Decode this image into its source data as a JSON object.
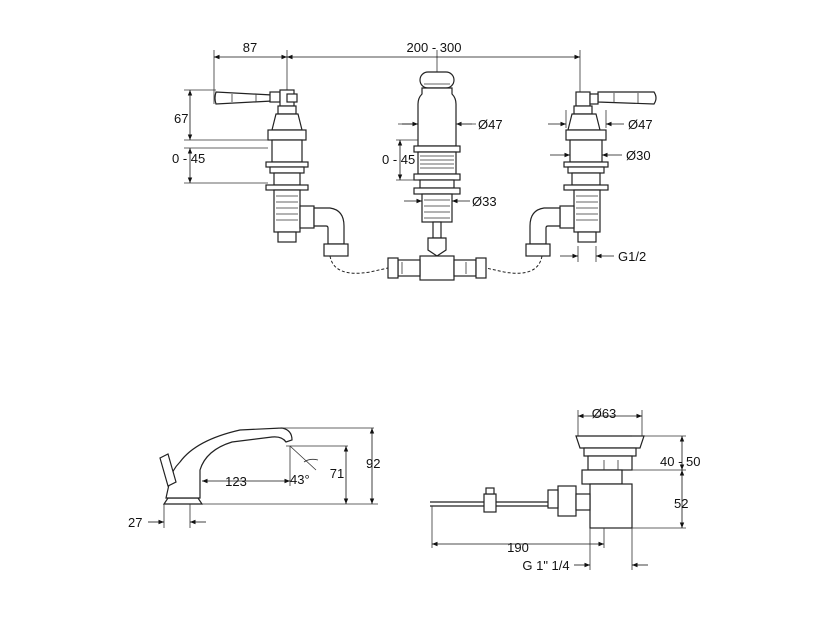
{
  "colors": {
    "line": "#222222",
    "background": "#ffffff"
  },
  "basin_set": {
    "dimensions": {
      "handle_width": "87",
      "spacing": "200 - 300",
      "left_height": "67",
      "left_adjust": "0 - 45",
      "spout_diameter": "Ø47",
      "center_adjust": "0 - 45",
      "center_shank": "Ø33",
      "right_diameter": "Ø47",
      "right_shank": "Ø30",
      "thread": "G1/2"
    }
  },
  "spout_detail": {
    "dimensions": {
      "reach": "123",
      "angle": "43°",
      "height_inner": "71",
      "height_total": "92",
      "base": "27"
    }
  },
  "waste_detail": {
    "dimensions": {
      "head_diameter": "Ø63",
      "adjust": "40 - 50",
      "body_height": "52",
      "rod_length": "190",
      "thread": "G 1\" 1/4"
    }
  }
}
